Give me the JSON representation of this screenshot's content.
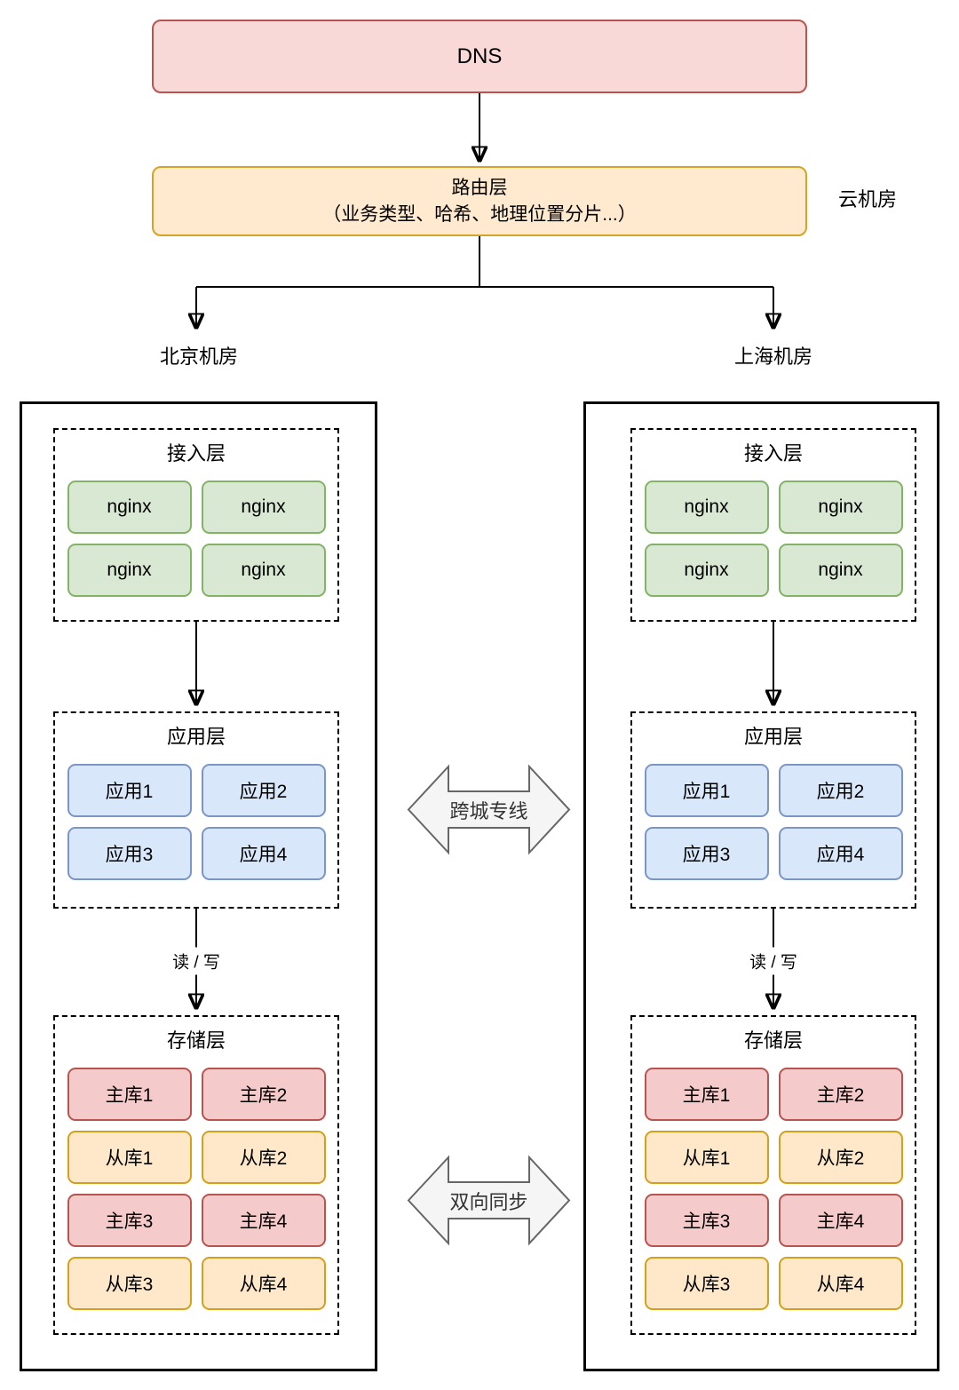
{
  "diagram": {
    "dns_label": "DNS",
    "routing": {
      "title": "路由层",
      "subtitle": "（业务类型、哈希、地理位置分片...）"
    },
    "cloud_room_label": "云机房",
    "links": {
      "cross_city": "跨城专线",
      "bidirectional_sync": "双向同步"
    }
  },
  "datacenters": [
    {
      "name": "北京机房",
      "access_layer": {
        "title": "接入层",
        "nodes": [
          "nginx",
          "nginx",
          "nginx",
          "nginx"
        ]
      },
      "app_layer": {
        "title": "应用层",
        "nodes": [
          "应用1",
          "应用2",
          "应用3",
          "应用4"
        ]
      },
      "read_write_label": "读 / 写",
      "storage_layer": {
        "title": "存储层",
        "nodes": [
          "主库1",
          "主库2",
          "从库1",
          "从库2",
          "主库3",
          "主库4",
          "从库3",
          "从库4"
        ]
      }
    },
    {
      "name": "上海机房",
      "access_layer": {
        "title": "接入层",
        "nodes": [
          "nginx",
          "nginx",
          "nginx",
          "nginx"
        ]
      },
      "app_layer": {
        "title": "应用层",
        "nodes": [
          "应用1",
          "应用2",
          "应用3",
          "应用4"
        ]
      },
      "read_write_label": "读 / 写",
      "storage_layer": {
        "title": "存储层",
        "nodes": [
          "主库1",
          "主库2",
          "从库1",
          "从库2",
          "主库3",
          "主库4",
          "从库3",
          "从库4"
        ]
      }
    }
  ],
  "colors": {
    "dns_fill": "#f8d9d7",
    "dns_border": "#b85450",
    "routing_fill": "#ffe9cf",
    "routing_border": "#d6a425",
    "nginx_fill": "#d9e8d2",
    "nginx_border": "#82b366",
    "app_fill": "#d8e7f9",
    "app_border": "#7b96c6",
    "master_fill": "#f4caca",
    "master_border": "#b85450",
    "slave_fill": "#ffe8ca",
    "slave_border": "#d2a019",
    "link_arrow_fill": "#f5f5f5",
    "link_arrow_border": "#666666",
    "line_color": "#000000"
  }
}
